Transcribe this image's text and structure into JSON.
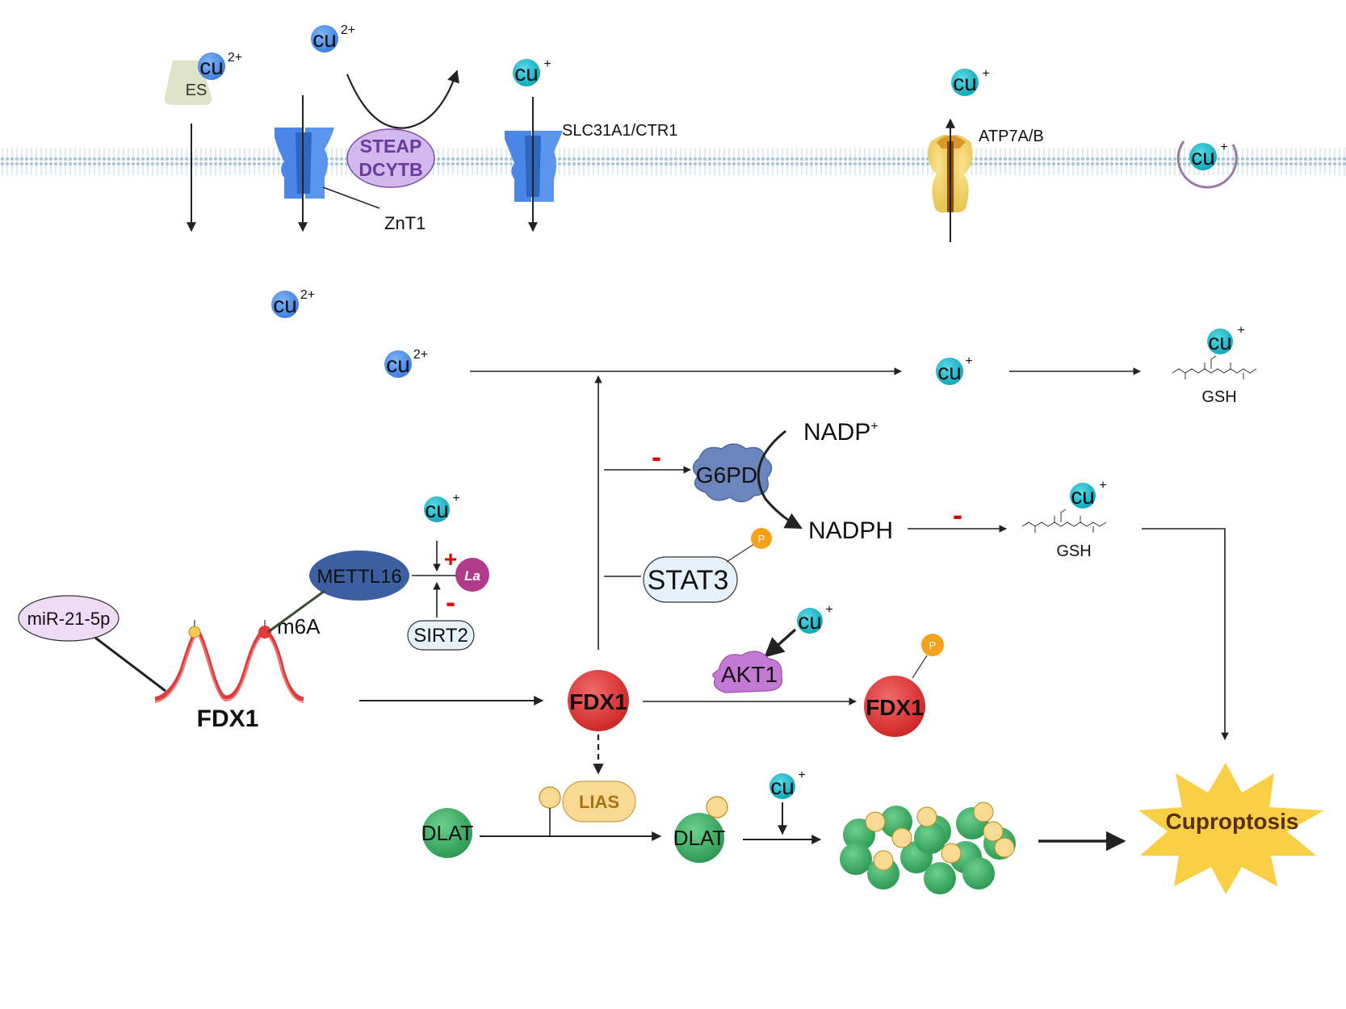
{
  "ions": {
    "cu_label": "cu",
    "charge_2plus": "2+",
    "charge_plus": "+"
  },
  "proteins": {
    "es": "ES",
    "steap": "STEAP",
    "dcytb": "DCYTB",
    "znt1": "ZnT1",
    "slc31a1": "SLC31A1/CTR1",
    "atp7ab": "ATP7A/B",
    "g6pd": "G6PD",
    "stat3": "STAT3",
    "akt1": "AKT1",
    "mettl16": "METTL16",
    "sirt2": "SIRT2",
    "la": "La",
    "lias": "LIAS",
    "dlat": "DLAT",
    "fdx1": "FDX1",
    "phospho": "P"
  },
  "molecules": {
    "nadp": "NADP",
    "nadp_charge": "+",
    "nadph": "NADPH",
    "gsh": "GSH"
  },
  "rna": {
    "mir": "miR-21-5p",
    "m6a": "m6A",
    "gene": "FDX1"
  },
  "signs": {
    "plus": "+",
    "minus": "-"
  },
  "outcome": {
    "cuproptosis": "Cuproptosis"
  },
  "colors": {
    "cu2_ion": "#4f92ea",
    "cu1_ion": "#1bbfcf",
    "transporter": "#4a86e8",
    "steap_fill": "#d2b8ec",
    "steap_text": "#6a3aa0",
    "atp7_fill": "#f3d46a",
    "membrane": "#a8c8dc",
    "fdx1": "#e23b3b",
    "dlat": "#3aab62",
    "lipoyl": "#f8da94",
    "phospho": "#f4a21b",
    "cuproptosis": "#f8cf45",
    "cuproptosis_text": "#5a2f10",
    "inhibit_sign": "#e00000"
  }
}
